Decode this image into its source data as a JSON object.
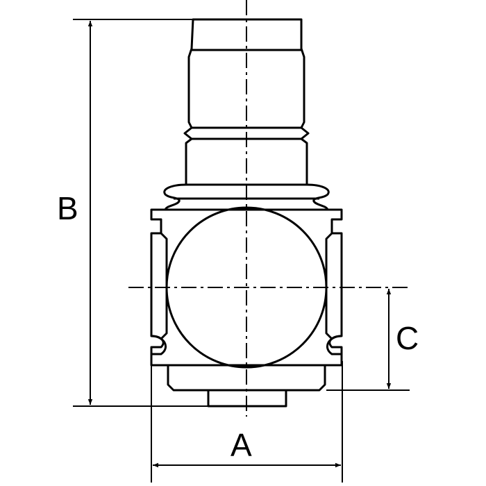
{
  "labels": {
    "dim_a": "A",
    "dim_b": "B",
    "dim_c": "C"
  },
  "colors": {
    "line": "#000000",
    "background": "#ffffff"
  }
}
